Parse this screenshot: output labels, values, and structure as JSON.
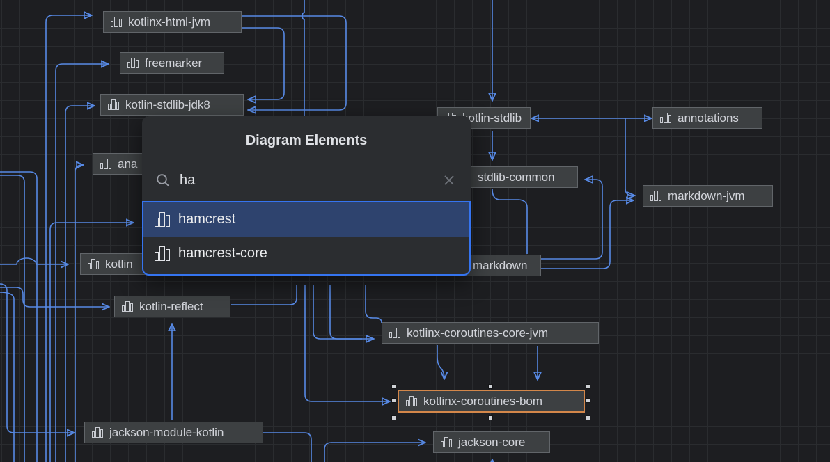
{
  "canvas": {
    "background": "#1d1e21",
    "grid_line_color": "#2a2c2f",
    "edge_color": "#5789e4",
    "node_background": "#3d4042",
    "node_border": "#616569"
  },
  "nodes": [
    {
      "label": "kotlinx-html-jvm"
    },
    {
      "label": "freemarker"
    },
    {
      "label": "kotlin-stdlib-jdk8"
    },
    {
      "label": "ana"
    },
    {
      "label": "kotlin"
    },
    {
      "label": "kotlin-reflect"
    },
    {
      "label": "kotlin-stdlib"
    },
    {
      "label": "annotations"
    },
    {
      "label": "stdlib-common"
    },
    {
      "label": "markdown-jvm"
    },
    {
      "label": "markdown"
    },
    {
      "label": "kotlinx-coroutines-core-jvm"
    },
    {
      "label": "kotlinx-coroutines-bom",
      "selected": true,
      "selection_border_color": "#d3874a"
    },
    {
      "label": "jackson-module-kotlin"
    },
    {
      "label": "jackson-core"
    }
  ],
  "popup": {
    "title": "Diagram Elements",
    "search": {
      "value": "ha",
      "placeholder": ""
    },
    "results": [
      {
        "label": "hamcrest",
        "selected": true
      },
      {
        "label": "hamcrest-core",
        "selected": false
      }
    ],
    "selection_color": "#2e436e",
    "border_color": "#3574f0",
    "icons": [
      "search-icon",
      "close-icon",
      "library-icon"
    ]
  }
}
